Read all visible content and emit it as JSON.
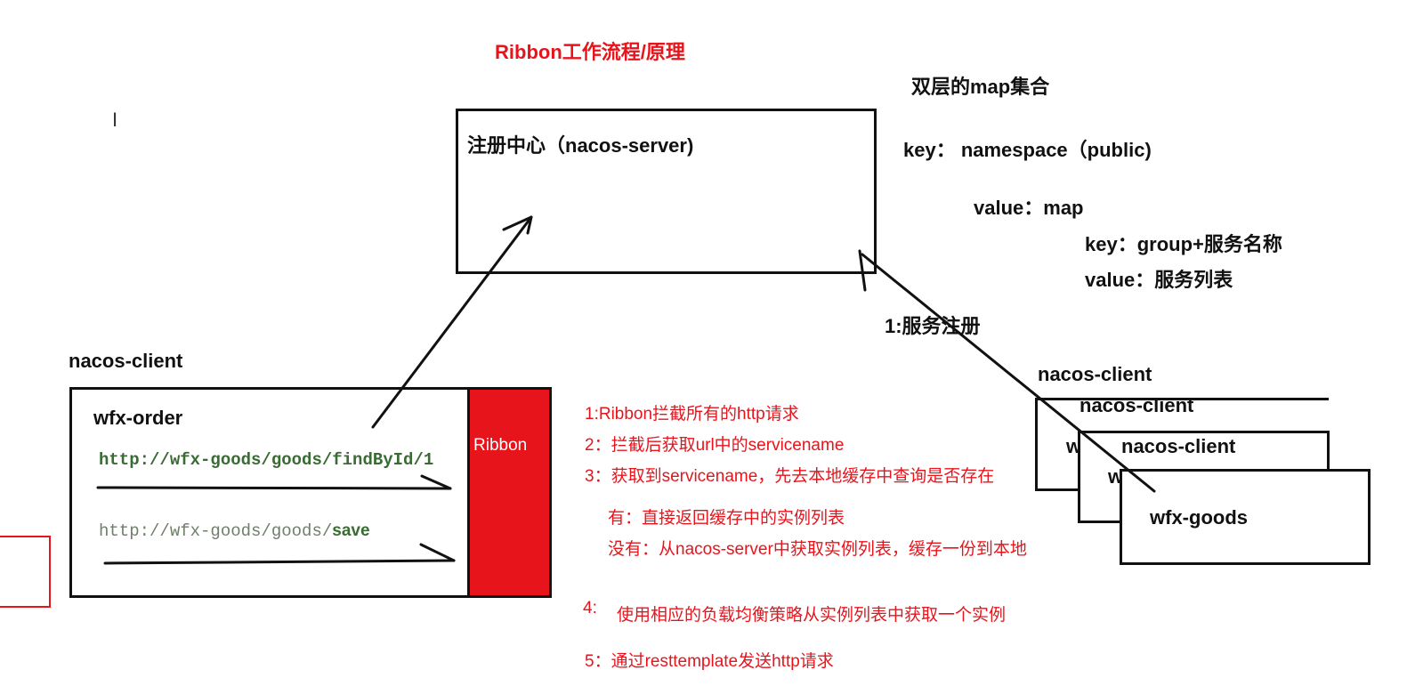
{
  "title": "Ribbon工作流程/原理",
  "registry": {
    "label": "注册中心（nacos-server)"
  },
  "map_notes": {
    "heading": "双层的map集合",
    "key_line": "key： namespace（public)",
    "value_line": "value：map",
    "inner_key": "key：group+服务名称",
    "inner_value": "value：服务列表"
  },
  "registration_label": "1:服务注册",
  "order_service": {
    "client_label": "nacos-client",
    "name": "wfx-order",
    "url1": "http://wfx-goods/goods/findById/1",
    "url2_prefix": "http://wfx-goods/goods/",
    "url2_suffix": "save",
    "ribbon_label": "Ribbon"
  },
  "goods_service": {
    "client_label_1": "nacos-client",
    "client_label_2": "nacos-client",
    "client_label_3": "nacos-client",
    "hidden_fragment_1": "w",
    "hidden_fragment_2": "w",
    "name": "wfx-goods"
  },
  "steps": {
    "s1": "1:Ribbon拦截所有的http请求",
    "s2": "2：拦截后获取url中的servicename",
    "s3": "3：获取到servicename，先去本地缓存中查询是否存在",
    "s3_yes": "有：直接返回缓存中的实例列表",
    "s3_no": "没有：从nacos-server中获取实例列表，缓存一份到本地",
    "s4_num": "4:",
    "s4_text": "使用相应的负载均衡策略从实例列表中获取一个实例",
    "s5": "5：通过resttemplate发送http请求"
  },
  "colors": {
    "accent_red": "#e8141c",
    "ink": "#111111",
    "url_green": "#3a6b35",
    "url_grey": "#6f7f6a"
  }
}
